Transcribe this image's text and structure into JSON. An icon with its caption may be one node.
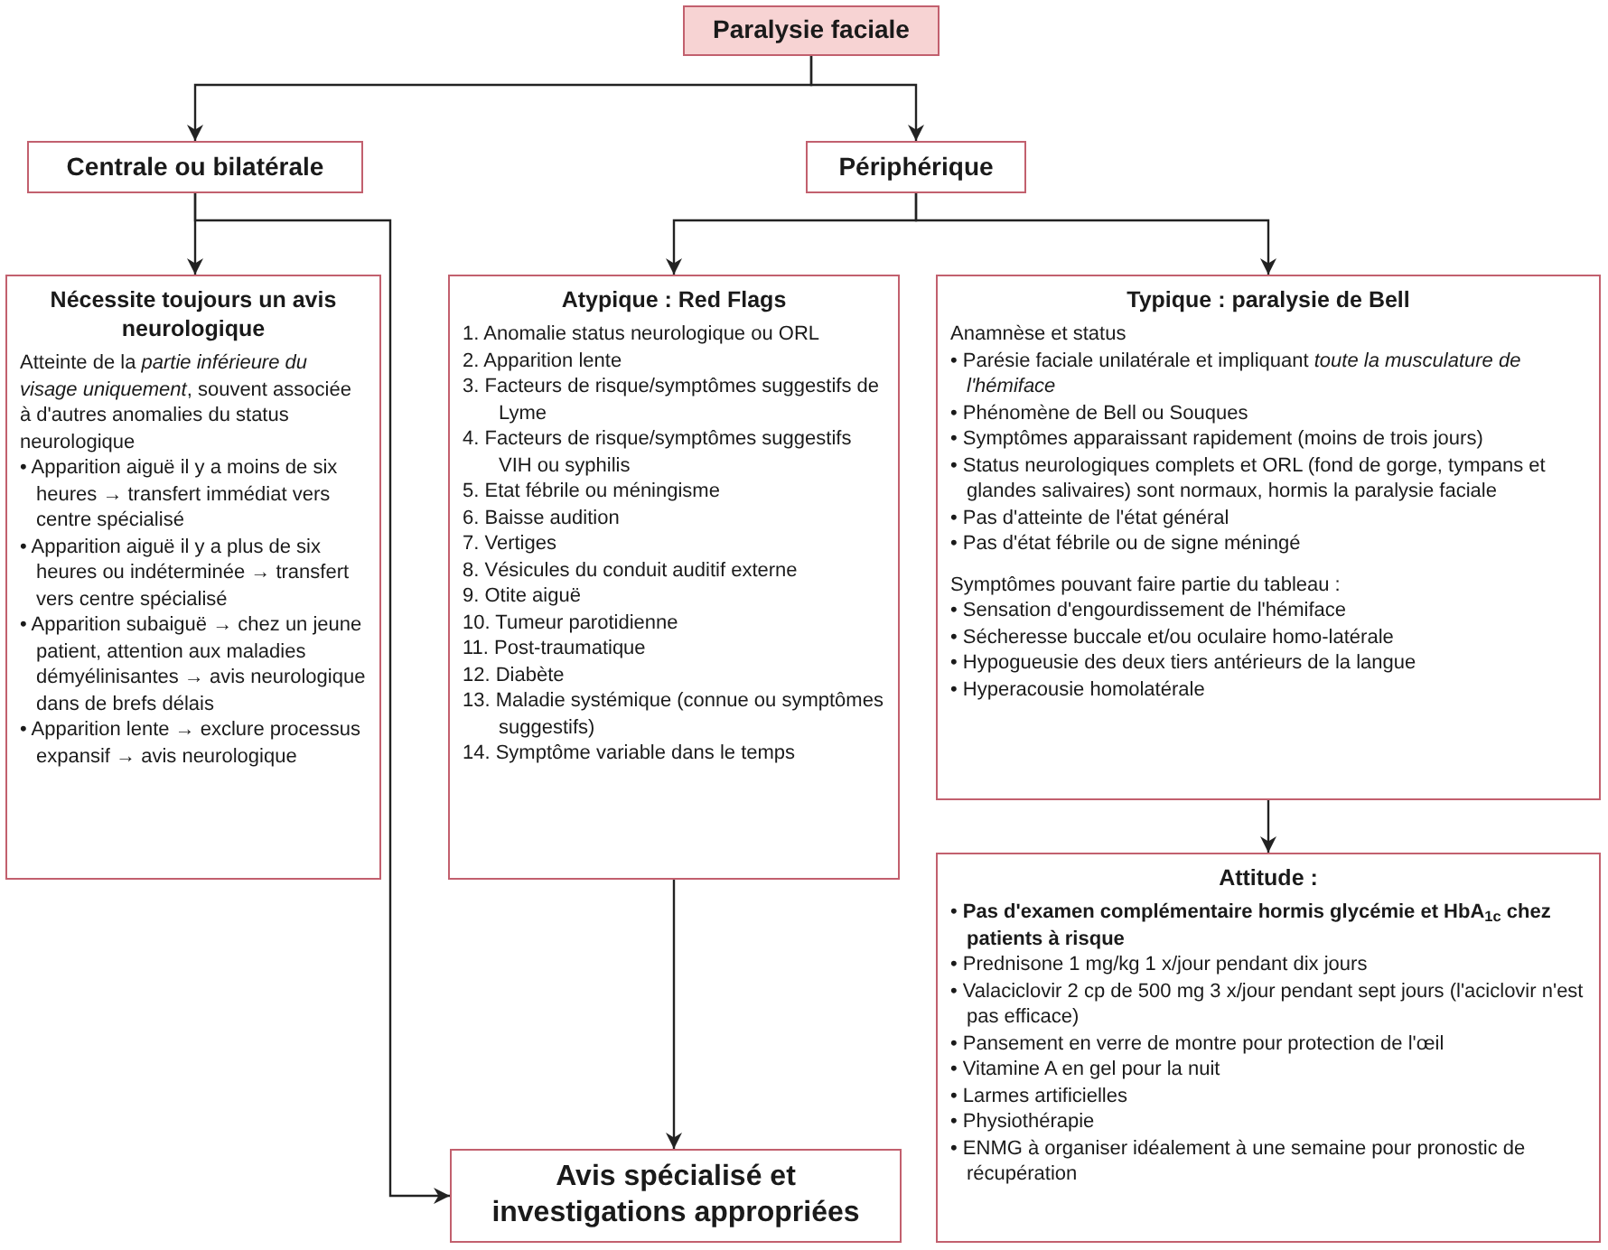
{
  "diagram": {
    "nodes": [
      {
        "text": [
          "Paralysie faciale"
        ]
      },
      {
        "text": [
          "Centrale ou bilatérale"
        ]
      },
      {
        "text": [
          "Périphérique"
        ]
      },
      {
        "text": [
          "Nécessite toujours un avis neurologique",
          "Atteinte de la *partie inférieure du visage uniquement*, souvent associée à d'autres anomalies du status neurologique",
          "• Apparition aiguë il y a moins de six heures → transfert immédiat vers centre spécialisé",
          "• Apparition aiguë il y a plus de six heures ou indéterminée → transfert vers centre spécialisé",
          "• Apparition subaiguë → chez un jeune patient, attention aux maladies démyélinisantes → avis neurologique dans de brefs délais",
          "• Apparition lente → exclure processus expansif → avis neurologique"
        ]
      },
      {
        "text": [
          "Atypique : Red Flags",
          "1. Anomalie status neurologique ou ORL",
          "2. Apparition lente",
          "3. Facteurs de risque/symptômes suggestifs de Lyme",
          "4. Facteurs de risque/symptômes suggestifs VIH ou syphilis",
          "5. Etat fébrile ou méningisme",
          "6. Baisse audition",
          "7. Vertiges",
          "8. Vésicules du conduit auditif externe",
          "9. Otite aiguë",
          "10. Tumeur parotidienne",
          "11. Post-traumatique",
          "12. Diabète",
          "13. Maladie systémique (connue ou symptômes suggestifs)",
          "14. Symptôme variable dans le temps"
        ]
      },
      {
        "text": [
          "Typique : paralysie de Bell",
          "Anamnèse et status",
          "• Parésie faciale unilatérale et impliquant *toute la musculature de l'hémiface*",
          "• Phénomène de Bell ou Souques",
          "• Symptômes apparaissant rapidement (moins de trois jours)",
          "• Status neurologiques complets et ORL (fond de gorge, tympans et glandes salivaires) sont normaux, hormis la paralysie faciale",
          "• Pas d'atteinte de l'état général",
          "• Pas d'état fébrile ou de signe méningé",
          "Symptômes pouvant faire partie du tableau :",
          "• Sensation d'engourdissement de l'hémiface",
          "• Sécheresse buccale et/ou oculaire homo-latérale",
          "• Hypogueusie des deux tiers antérieurs de la langue",
          "• Hyperacousie homolatérale"
        ]
      },
      {
        "text": [
          "Attitude :",
          "• **Pas d'examen complémentaire hormis glycémie et HbA$_{1c}$ chez patients à risque**",
          "• Prednisone 1 mg/kg 1 x/jour pendant dix jours",
          "• Valaciclovir 2 cp de 500 mg 3 x/jour pendant sept jours (l'aciclovir n'est pas efficace)",
          "• Pansement en verre de montre pour protection de l'œil",
          "• Vitamine A en gel pour la nuit",
          "• Larmes artificielles",
          "• Physiothérapie",
          "• ENMG à organiser idéalement à une semaine pour pronostic de récupération"
        ]
      },
      {
        "text": [
          "Avis spécialisé et investigations appropriées"
        ]
      }
    ],
    "edges": [
      {
        "from": 0,
        "to": 1,
        "arrow": "to"
      },
      {
        "from": 0,
        "to": 2,
        "arrow": "to"
      },
      {
        "from": 1,
        "to": 3,
        "arrow": "to"
      },
      {
        "from": 1,
        "to": 7,
        "arrow": "to"
      },
      {
        "from": 2,
        "to": 4,
        "arrow": "to"
      },
      {
        "from": 2,
        "to": 5,
        "arrow": "to"
      },
      {
        "from": 4,
        "to": 7,
        "arrow": "to"
      },
      {
        "from": 5,
        "to": 6,
        "arrow": "to"
      }
    ]
  }
}
